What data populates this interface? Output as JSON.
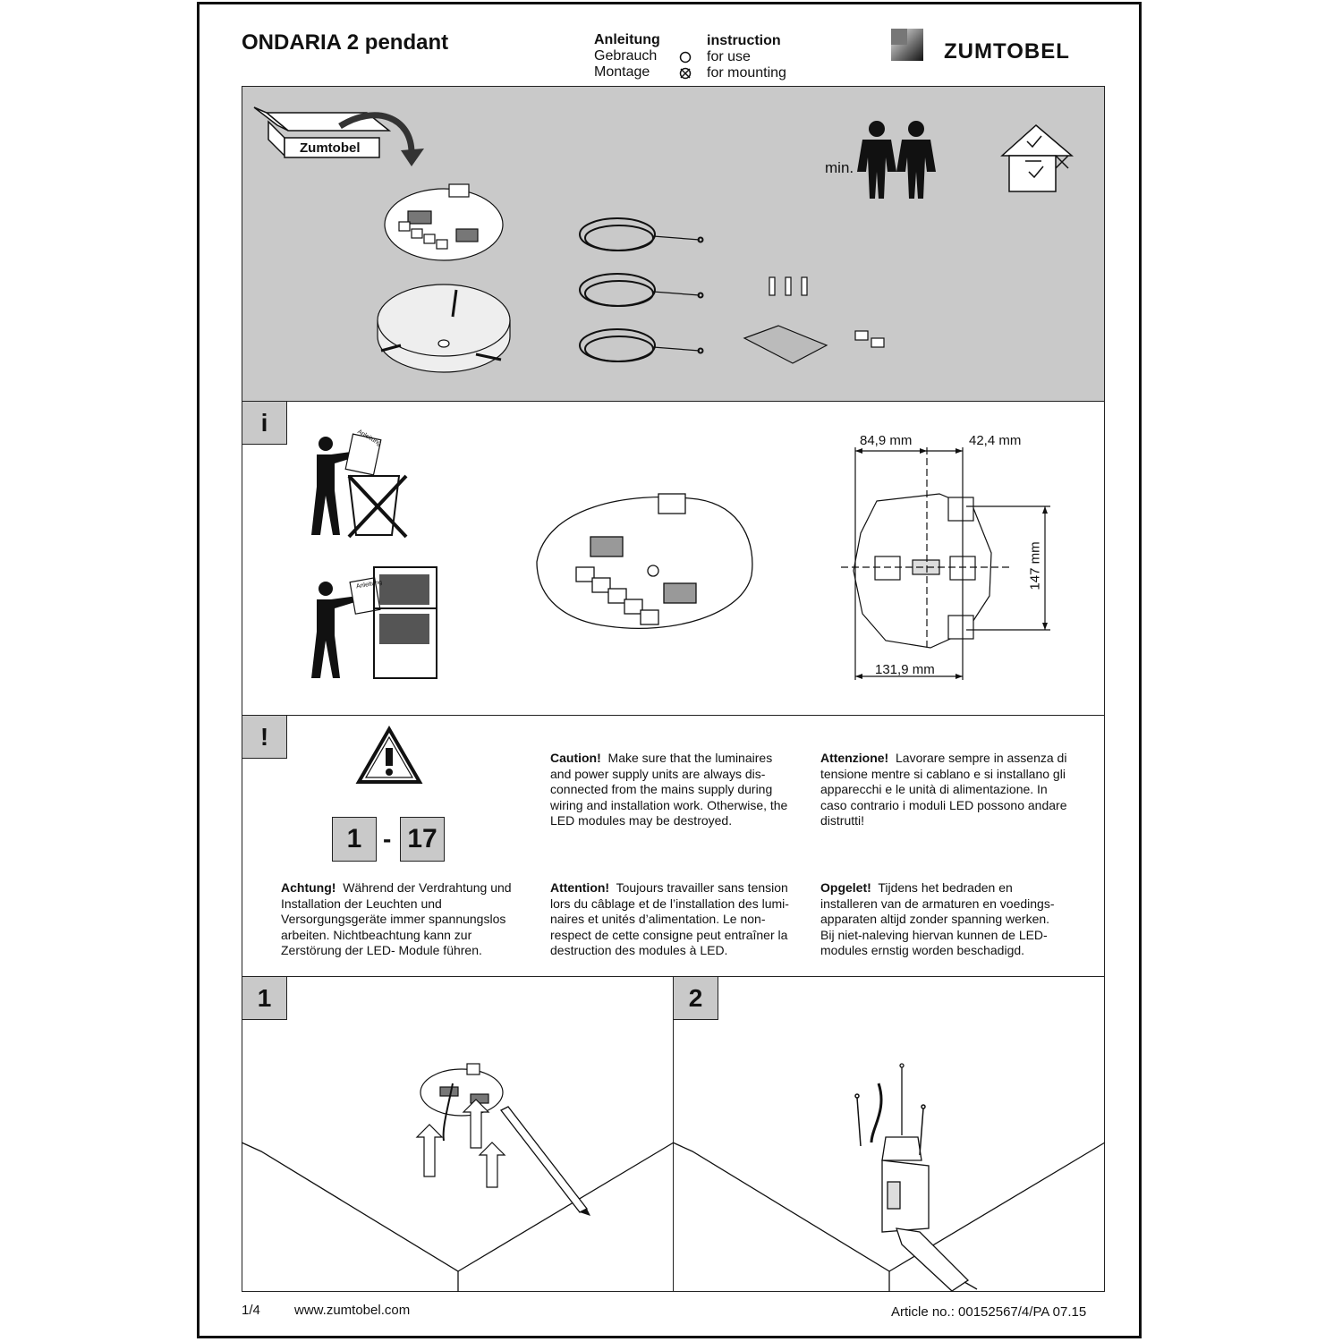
{
  "header": {
    "title": "ONDARIA 2 pendant",
    "col_de_title": "Anleitung",
    "col_de_use": "Gebrauch",
    "col_de_mount": "Montage",
    "col_en_title": "instruction",
    "col_en_use": "for use",
    "col_en_mount": "for mounting",
    "brand": "ZUMTOBEL"
  },
  "contents": {
    "box_label": "Zumtobel",
    "min_label": "min."
  },
  "info": {
    "tag": "i",
    "sheet_label": "Anleitung",
    "dims": {
      "top_left": "84,9 mm",
      "top_right": "42,4 mm",
      "height": "147 mm",
      "bottom": "131,9 mm"
    }
  },
  "warning": {
    "tag": "!",
    "step_from": "1",
    "step_dash": "-",
    "step_to": "17",
    "en_head": "Caution!",
    "en_body": "Make sure that the luminaires and power supply units are always dis-connected from the mains supply during wiring and installation work. Otherwise, the LED modules may be destroyed.",
    "it_head": "Attenzione!",
    "it_body": "Lavorare sempre in assenza di tensione mentre si cablano e si installano gli apparecchi e le unità di alimentazione. In caso contrario i moduli LED possono andare distrutti!",
    "de_head": "Achtung!",
    "de_body": "Während der  Verdrahtung und Installation der Leuchten und Versorgungsgeräte immer spannungslos arbeiten. Nichtbeachtung kann zur Zerstörung der LED- Module führen.",
    "fr_head": "Attention!",
    "fr_body": "Toujours travailler sans tension lors du câblage et de l’installation des lumi-naires et unités d’alimentation. Le non-respect de cette consigne peut entraîner la destruction des modules à LED.",
    "nl_head": "Opgelet!",
    "nl_body": "Tijdens het bedraden en installeren van de armaturen en voedings-apparaten altijd zonder spanning werken. Bij niet-naleving hiervan kunnen de LED-modules ernstig worden beschadigd."
  },
  "steps": [
    {
      "number": "1"
    },
    {
      "number": "2"
    }
  ],
  "footer": {
    "page": "1/4",
    "url": "www.zumtobel.com",
    "article": "Article no.: 00152567/4/PA  07.15"
  }
}
